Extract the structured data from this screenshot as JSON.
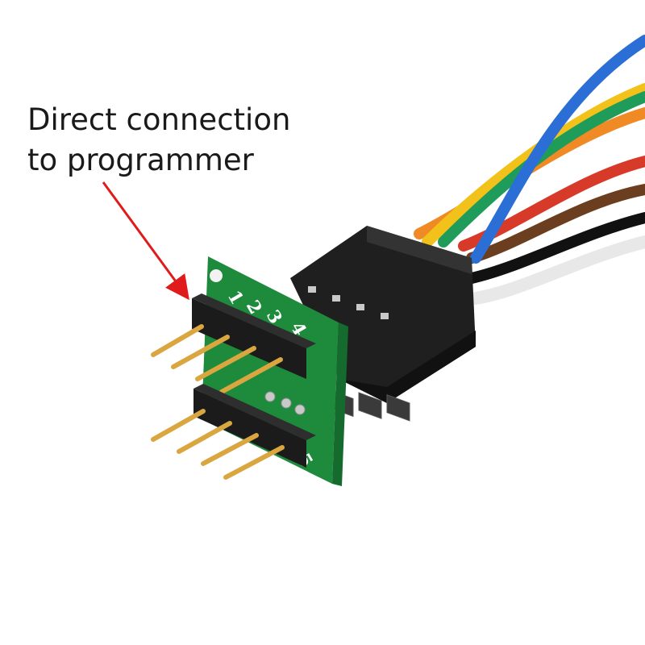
{
  "caption": {
    "line1": "Direct connection",
    "line2": "to programmer"
  },
  "pcb": {
    "pin_labels": [
      "1",
      "2",
      "3",
      "4",
      "5"
    ]
  },
  "colors": {
    "arrow": "#e01b1b",
    "pcb": "#1e8a3c",
    "header": "#1b1b1b",
    "gold": "#d9a640"
  },
  "wire_colors": [
    "#2b6fd6",
    "#1f9c5a",
    "#f2c21a",
    "#f08a24",
    "#d83a2a",
    "#6b3e1f",
    "#111111",
    "#e8e8e8"
  ]
}
